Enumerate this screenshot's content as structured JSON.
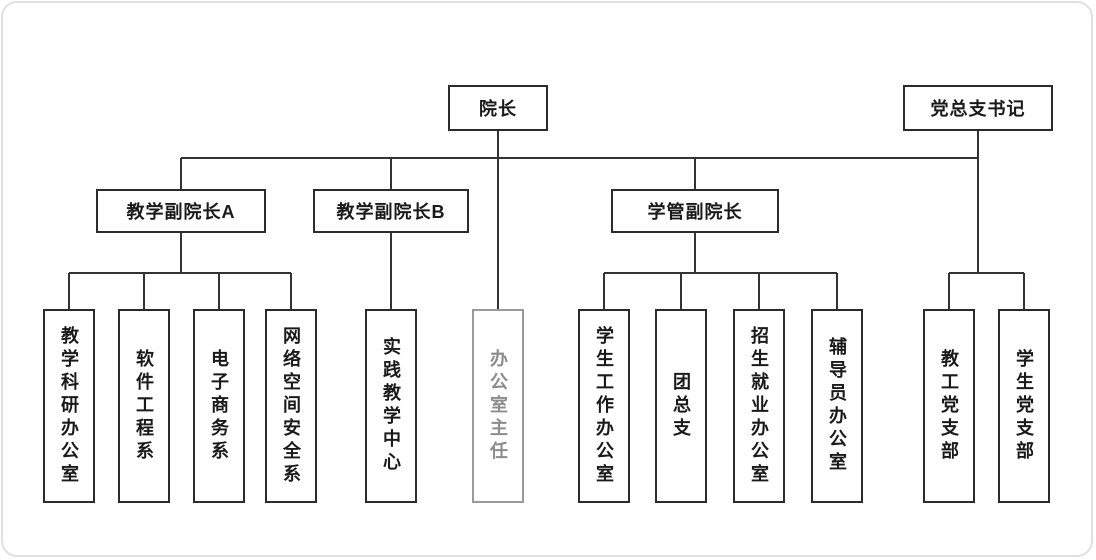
{
  "diagram": {
    "type": "org-chart",
    "language": "zh-CN"
  },
  "nodes": {
    "dean": {
      "label": "院长"
    },
    "party_secretary": {
      "label": "党总支书记"
    },
    "vice_dean_teaching_a": {
      "label": "教学副院长A"
    },
    "vice_dean_teaching_b": {
      "label": "教学副院长B"
    },
    "vice_dean_student_mgmt": {
      "label": "学管副院长"
    },
    "teaching_research_office": {
      "label": "教学科研办公室"
    },
    "software_engineering_dept": {
      "label": "软件工程系"
    },
    "ecommerce_dept": {
      "label": "电子商务系"
    },
    "cyberspace_security_dept": {
      "label": "网络空间安全系"
    },
    "practical_teaching_center": {
      "label": "实践教学中心"
    },
    "office_director": {
      "label": "办公室主任"
    },
    "student_work_office": {
      "label": "学生工作办公室"
    },
    "league_general_branch": {
      "label": "团总支"
    },
    "admissions_employment_office": {
      "label": "招生就业办公室"
    },
    "counselor_office": {
      "label": "辅导员办公室"
    },
    "faculty_party_branch": {
      "label": "教工党支部"
    },
    "student_party_branch": {
      "label": "学生党支部"
    }
  },
  "colors": {
    "line": "#333333",
    "box_border": "#2b2b2b",
    "muted_border": "#9a9a9a",
    "muted_text": "#8c8c8c",
    "background": "#ffffff",
    "frame_border": "#e0e0e0"
  }
}
